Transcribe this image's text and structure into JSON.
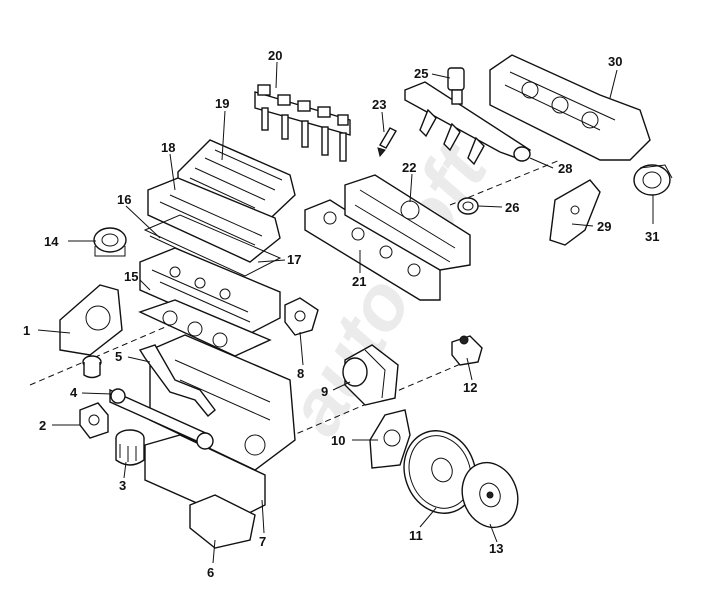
{
  "diagram": {
    "watermark": "autoSoft",
    "callouts": [
      {
        "id": "1",
        "label": "1"
      },
      {
        "id": "2",
        "label": "2"
      },
      {
        "id": "3",
        "label": "3"
      },
      {
        "id": "4",
        "label": "4"
      },
      {
        "id": "5",
        "label": "5"
      },
      {
        "id": "6",
        "label": "6"
      },
      {
        "id": "7",
        "label": "7"
      },
      {
        "id": "8",
        "label": "8"
      },
      {
        "id": "9",
        "label": "9"
      },
      {
        "id": "10",
        "label": "10"
      },
      {
        "id": "11",
        "label": "11"
      },
      {
        "id": "12",
        "label": "12"
      },
      {
        "id": "13",
        "label": "13"
      },
      {
        "id": "14",
        "label": "14"
      },
      {
        "id": "15",
        "label": "15"
      },
      {
        "id": "16",
        "label": "16"
      },
      {
        "id": "17",
        "label": "17"
      },
      {
        "id": "18",
        "label": "18"
      },
      {
        "id": "19",
        "label": "19"
      },
      {
        "id": "20",
        "label": "20"
      },
      {
        "id": "21",
        "label": "21"
      },
      {
        "id": "22",
        "label": "22"
      },
      {
        "id": "23",
        "label": "23"
      },
      {
        "id": "25",
        "label": "25"
      },
      {
        "id": "26",
        "label": "26"
      },
      {
        "id": "28",
        "label": "28"
      },
      {
        "id": "29",
        "label": "29"
      },
      {
        "id": "30",
        "label": "30"
      },
      {
        "id": "31",
        "label": "31"
      }
    ]
  }
}
